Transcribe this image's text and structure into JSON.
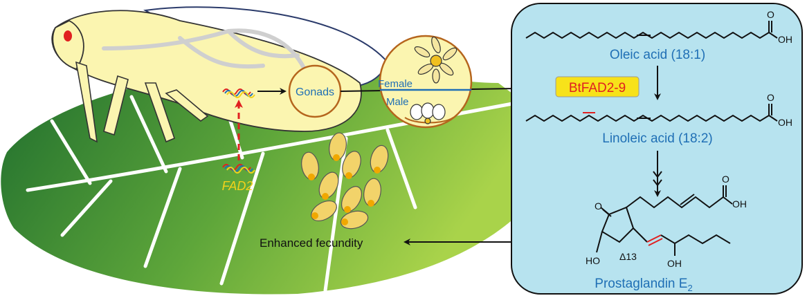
{
  "colors": {
    "leaf_dark": "#2e7d32",
    "leaf_light": "#9ccc3a",
    "insect_fill": "#fbf5b0",
    "panel_fill": "#b7e3ef",
    "label_blue": "#1f6fb5",
    "enzyme_box": "#f7e21a",
    "enzyme_text": "#e02020",
    "gene_text": "#f2d21b",
    "arrow_red": "#e02020"
  },
  "insect": {
    "gonads_label": "Gonads",
    "gene_label": "FAD2",
    "female_label": "Female",
    "male_label": "Male"
  },
  "outcome": {
    "label": "Enhanced fecundity"
  },
  "pathway": {
    "oleic": "Oleic acid (18:1)",
    "enzyme": "BtFAD2-9",
    "linoleic": "Linoleic acid (18:2)",
    "prostaglandin": "Prostaglandin E",
    "prostaglandin_sub": "2"
  },
  "chem": {
    "oh": "OH",
    "o": "O",
    "ho": "HO",
    "delta": "Δ13"
  }
}
